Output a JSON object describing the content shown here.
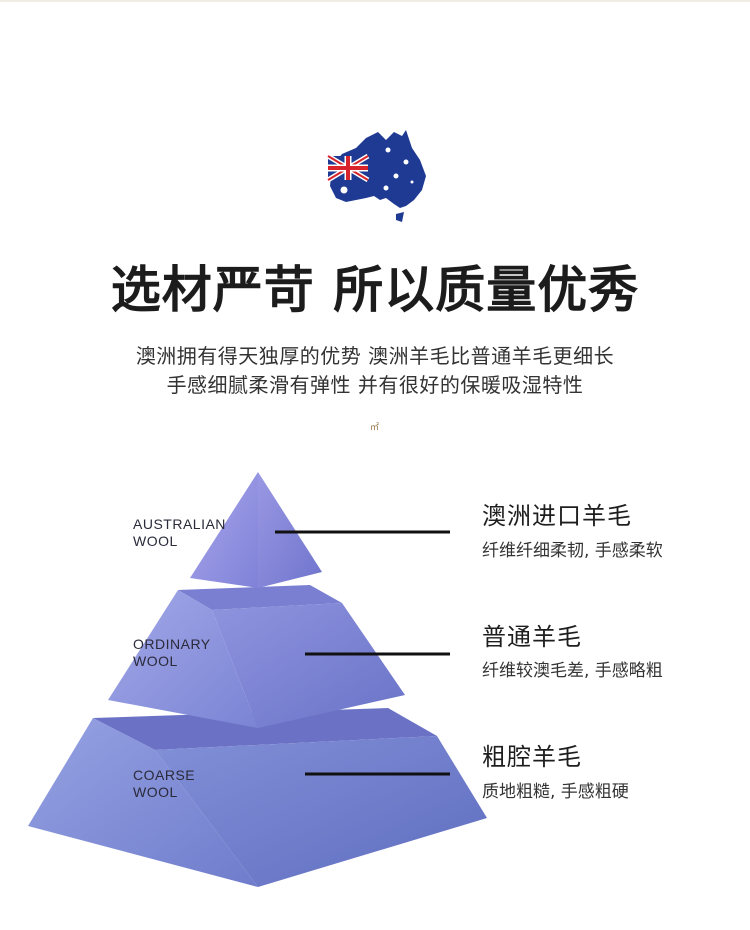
{
  "header": {
    "title": "选材严苛 所以质量优秀",
    "subtitle_line1": "澳洲拥有得天独厚的优势 澳洲羊毛比普通羊毛更细长",
    "subtitle_line2": "手感细腻柔滑有弹性 并有很好的保暖吸湿特性",
    "small_mark": "㎡"
  },
  "icons": {
    "map": "australia-flag-map-icon"
  },
  "colors": {
    "pyramid_top": "#8f8fe0",
    "pyramid_mid": "#7e86d6",
    "pyramid_bottom": "#6f7ccc",
    "line": "#111111"
  },
  "levels": [
    {
      "label_en": "AUSTRALIAN\nWOOL",
      "title": "澳洲进口羊毛",
      "desc": "纤维纤细柔韧, 手感柔软"
    },
    {
      "label_en": "ORDINARY\nWOOL",
      "title": "普通羊毛",
      "desc": "纤维较澳毛差, 手感略粗"
    },
    {
      "label_en": "COARSE\nWOOL",
      "title": "粗腔羊毛",
      "desc": "质地粗糙, 手感粗硬"
    }
  ]
}
